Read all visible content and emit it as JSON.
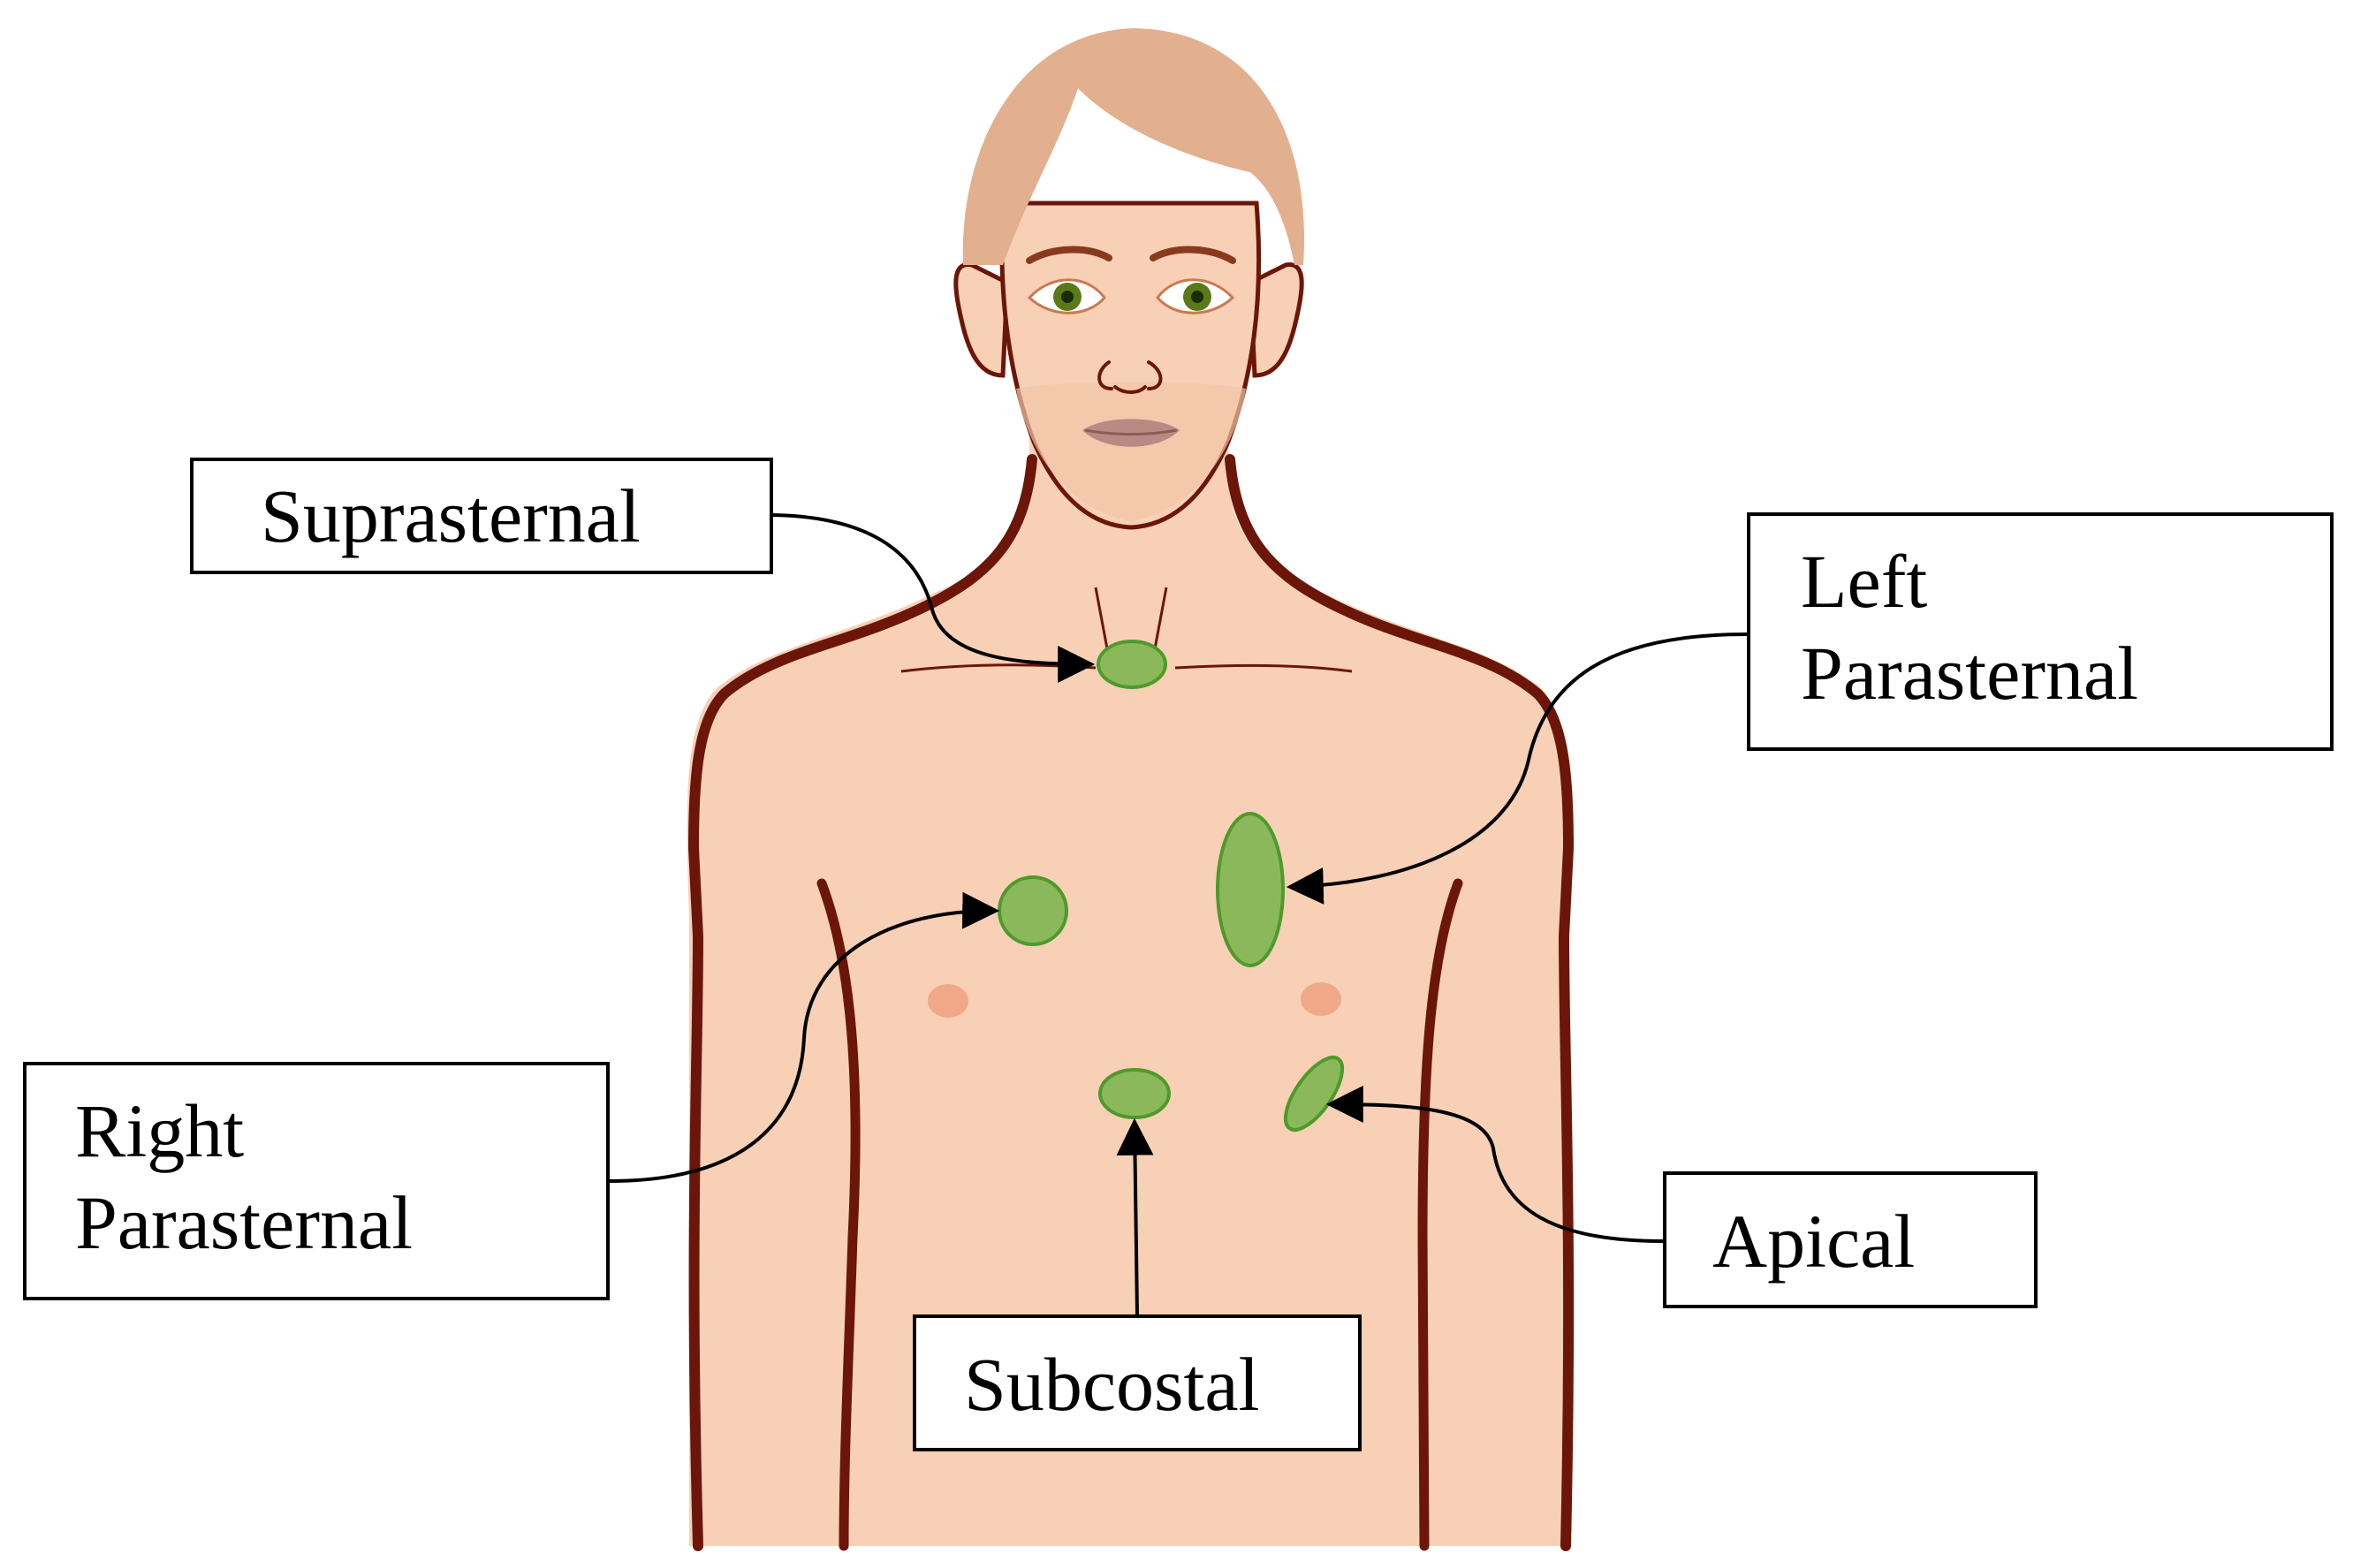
{
  "labels": {
    "suprasternal": "Suprasternal",
    "left_parasternal": [
      "Left",
      "Parasternal"
    ],
    "right_parasternal": [
      "Right",
      "Parasternal"
    ],
    "apical": "Apical",
    "subcostal": "Subcostal"
  },
  "colors": {
    "skin": "#f7d0b6",
    "skin_shadow": "#f2c4a6",
    "hair": "#e2b08e",
    "outline": "#6b1608",
    "window_fill": "#8cb85c",
    "window_stroke": "#4e9a2a",
    "nipple": "#f0a888",
    "lips": "#b98a84",
    "iris": "#5a7a1a",
    "arrow": "#000000",
    "box_border": "#000000"
  }
}
